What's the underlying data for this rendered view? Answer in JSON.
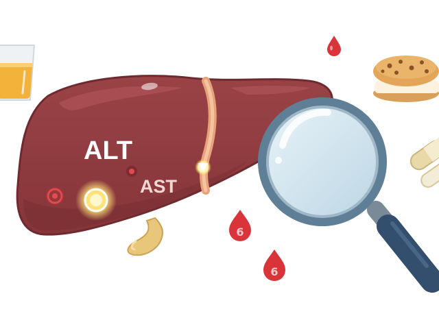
{
  "labels": {
    "alt": "ALT",
    "ast": "AST"
  },
  "drops": [
    {
      "number": "6"
    },
    {
      "number": "6"
    }
  ],
  "colors": {
    "liver": "#8e3a3e",
    "liver_dark": "#6f2a2f",
    "label_text": "#ffffff",
    "ast_text": "#f4d7d5",
    "drop_red": "#d9343a",
    "lens_rim": "#5f7f96",
    "lens_glass": "#d4e6f0",
    "handle": "#344e6e",
    "bile_duct": "#e8a27a",
    "juice": "#f3b33b",
    "glow": "#ffe27a",
    "pill": "#e9d9a8"
  },
  "icons": {
    "glass": "juice-glass-icon",
    "biscuit": "sandwich-cookie-icon",
    "pills": "capsule-pills-icon",
    "lens": "magnifying-glass-icon",
    "liver": "liver-icon"
  }
}
